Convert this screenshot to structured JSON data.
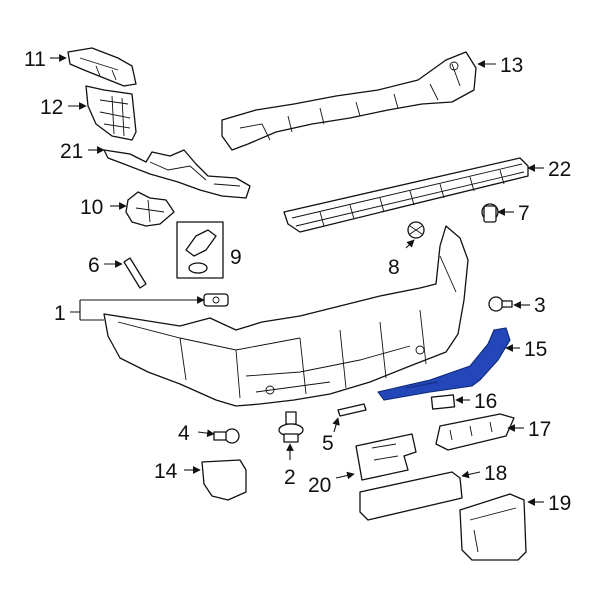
{
  "highlight_color": "#2346b8",
  "highlighted_part": "15",
  "callouts": [
    {
      "id": "c1",
      "label": "1"
    },
    {
      "id": "c2",
      "label": "2"
    },
    {
      "id": "c3",
      "label": "3"
    },
    {
      "id": "c4",
      "label": "4"
    },
    {
      "id": "c5",
      "label": "5"
    },
    {
      "id": "c6",
      "label": "6"
    },
    {
      "id": "c7",
      "label": "7"
    },
    {
      "id": "c8",
      "label": "8"
    },
    {
      "id": "c9",
      "label": "9"
    },
    {
      "id": "c10",
      "label": "10"
    },
    {
      "id": "c11",
      "label": "11"
    },
    {
      "id": "c12",
      "label": "12"
    },
    {
      "id": "c13",
      "label": "13"
    },
    {
      "id": "c14",
      "label": "14"
    },
    {
      "id": "c15",
      "label": "15"
    },
    {
      "id": "c16",
      "label": "16"
    },
    {
      "id": "c17",
      "label": "17"
    },
    {
      "id": "c18",
      "label": "18"
    },
    {
      "id": "c19",
      "label": "19"
    },
    {
      "id": "c20",
      "label": "20"
    },
    {
      "id": "c21",
      "label": "21"
    },
    {
      "id": "c22",
      "label": "22"
    }
  ]
}
